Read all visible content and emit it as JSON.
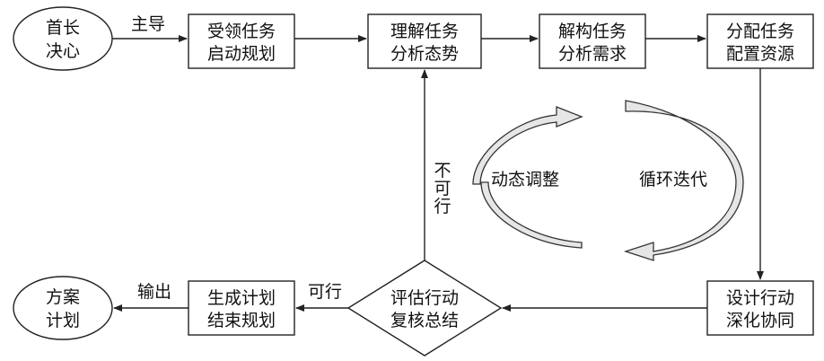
{
  "nodes": {
    "leader_decision": {
      "line1": "首长",
      "line2": "决心"
    },
    "receive_task": {
      "line1": "受领任务",
      "line2": "启动规划"
    },
    "understand_task": {
      "line1": "理解任务",
      "line2": "分析态势"
    },
    "deconstruct_task": {
      "line1": "解构任务",
      "line2": "分析需求"
    },
    "allocate_task": {
      "line1": "分配任务",
      "line2": "配置资源"
    },
    "design_action": {
      "line1": "设计行动",
      "line2": "深化协同"
    },
    "evaluate_action": {
      "line1": "评估行动",
      "line2": "复核总结"
    },
    "generate_plan": {
      "line1": "生成计划",
      "line2": "结束规划"
    },
    "scheme_plan": {
      "line1": "方案",
      "line2": "计划"
    }
  },
  "edge_labels": {
    "lead": "主导",
    "feasible": "可行",
    "output": "输出",
    "infeasible": [
      "不",
      "可",
      "行"
    ]
  },
  "cycle": {
    "left_label": "动态调整",
    "right_label": "循环迭代"
  }
}
